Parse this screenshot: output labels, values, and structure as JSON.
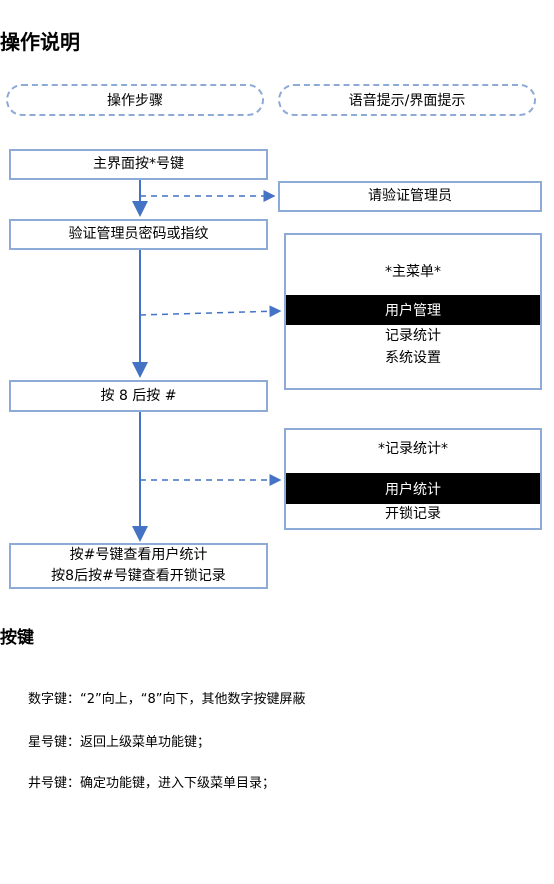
{
  "title": "操作说明",
  "headers": {
    "steps": "操作步骤",
    "prompts": "语音提示/界面提示"
  },
  "steps": {
    "step1": "主界面按*号键",
    "step2": "验证管理员密码或指纹",
    "step3": "按 8 后按 #",
    "step4_line1": "按#号键查看用户统计",
    "step4_line2": "按8后按#号键查看开锁记录"
  },
  "prompts": {
    "verify": "请验证管理员",
    "main_menu": {
      "title": "*主菜单*",
      "items": [
        "用户管理",
        "记录统计",
        "系统设置"
      ]
    },
    "stats_menu": {
      "title": "*记录统计*",
      "items": [
        "用户统计",
        "开锁记录"
      ]
    }
  },
  "keys_heading": "按键",
  "keys": [
    "数字键：“2”向上，“8”向下，其他数字按键屏蔽",
    "星号键：返回上级菜单功能键；",
    "井号键：确定功能键，进入下级菜单目录；"
  ],
  "colors": {
    "accent": "#4472c4",
    "border": "#8eaad6",
    "selected_bg": "#000000"
  }
}
